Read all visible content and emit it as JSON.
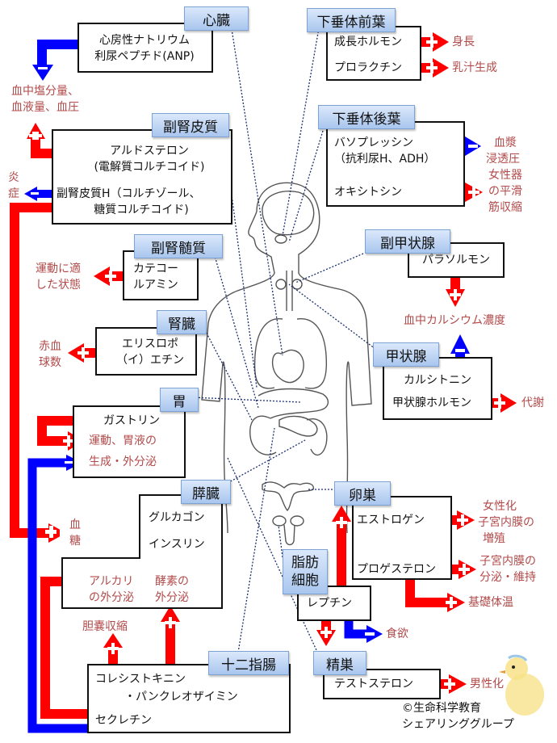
{
  "title": "ホルモンと内分泌器官",
  "colors": {
    "stimulate": "#ff0000",
    "inhibit": "#0000ff",
    "effect_text": "#b24a4a",
    "label_bg": "#b7d0f2",
    "dotted": "#1a2f6e"
  },
  "organs": {
    "heart": {
      "name": "心臓",
      "hormones": [
        "心房性ナトリウム",
        "利尿ペプチド(ANP)"
      ]
    },
    "adrenal_cortex": {
      "name": "副腎皮質",
      "hormones": [
        "アルドステロン",
        "(電解質コルチコイド)",
        "副腎皮質H（コルチゾール、",
        "糖質コルチコイド)"
      ]
    },
    "adrenal_medulla": {
      "name": "副腎髄質",
      "hormones": [
        "カテコー",
        "ルアミン"
      ]
    },
    "kidney": {
      "name": "腎臓",
      "hormones": [
        "エリスロポ",
        "（イ）エチン"
      ]
    },
    "stomach": {
      "name": "胃",
      "hormones": [
        "ガストリン"
      ]
    },
    "pancreas": {
      "name": "膵臓",
      "hormones": [
        "グルカゴン",
        "インスリン"
      ]
    },
    "duodenum": {
      "name": "十二指腸",
      "hormones": [
        "コレシストキニン",
        "・パンクレオザイミン",
        "セクレチン"
      ]
    },
    "anterior_pituitary": {
      "name": "下垂体前葉",
      "hormones": [
        "成長ホルモン",
        "プロラクチン"
      ]
    },
    "posterior_pituitary": {
      "name": "下垂体後葉",
      "hormones": [
        "バソプレッシン",
        "（抗利尿H、ADH）",
        "オキシトシン"
      ]
    },
    "parathyroid": {
      "name": "副甲状腺",
      "hormones": [
        "パラソルモン"
      ]
    },
    "thyroid": {
      "name": "甲状腺",
      "hormones": [
        "カルシトニン",
        "甲状腺ホルモン"
      ]
    },
    "ovary": {
      "name": "卵巣",
      "hormones": [
        "エストロゲン",
        "プロゲステロン"
      ]
    },
    "adipocyte": {
      "name": "脂肪細胞",
      "name_lines": [
        "脂肪",
        "細胞"
      ],
      "hormones": [
        "レプチン"
      ]
    },
    "testis": {
      "name": "精巣",
      "hormones": [
        "テストステロン"
      ]
    }
  },
  "effects": {
    "blood_salt": [
      "血中塩分量、",
      "血液量、血圧"
    ],
    "inflammation": [
      "炎",
      "症"
    ],
    "exercise_state": [
      "運動に適",
      "した状態"
    ],
    "rbc": [
      "赤血",
      "球数"
    ],
    "gastric": [
      "運動、胃液の",
      "生成・外分泌"
    ],
    "blood_sugar": [
      "血",
      "糖"
    ],
    "alkali": [
      "アルカリ",
      "の外分泌"
    ],
    "enzyme": [
      "酵素の",
      "外分泌"
    ],
    "gallbladder": "胆嚢収縮",
    "height": "身長",
    "lactation": "乳汁生成",
    "plasma_osm": [
      "血漿",
      "浸透圧"
    ],
    "smooth_muscle": [
      "女性器",
      "の平滑",
      "筋収縮"
    ],
    "blood_calcium": "血中カルシウム濃度",
    "metabolism": "代謝",
    "feminization": [
      "女性化",
      "子宮内膜の",
      "増殖"
    ],
    "endometrium": [
      "子宮内膜の",
      "分泌・維持"
    ],
    "basal_temp": "基礎体温",
    "appetite": "食欲",
    "masculinization": "男性化"
  },
  "copyright": [
    "©生命科学教育",
    "シェアリンググループ"
  ]
}
